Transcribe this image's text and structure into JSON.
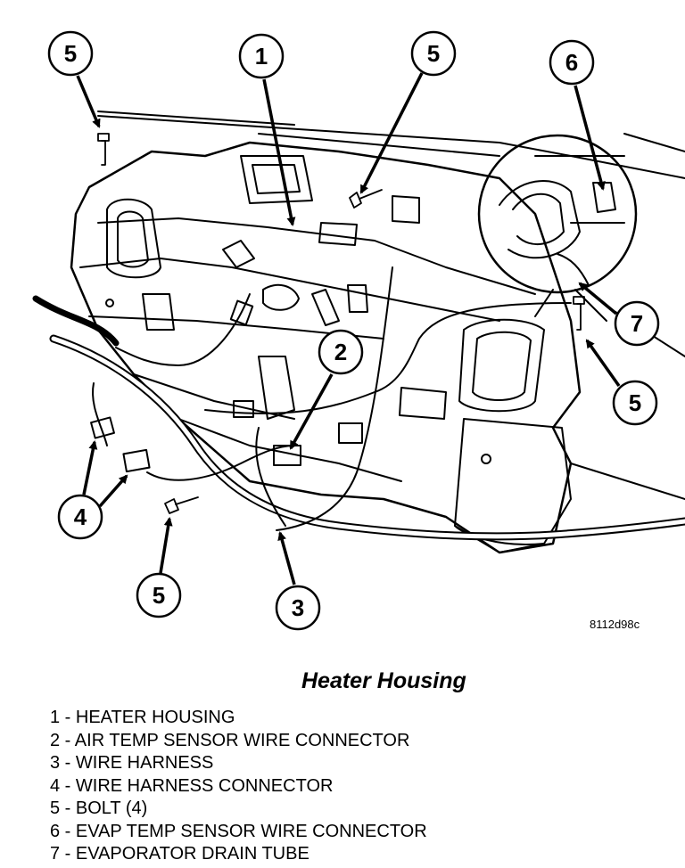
{
  "figure": {
    "code": "8112d98c",
    "title": "Heater Housing",
    "callouts": [
      "5",
      "1",
      "5",
      "6",
      "7",
      "2",
      "5",
      "4",
      "5",
      "3"
    ],
    "legend": [
      "1 - HEATER HOUSING",
      "2 - AIR TEMP SENSOR WIRE CONNECTOR",
      "3 - WIRE HARNESS",
      "4 - WIRE HARNESS CONNECTOR",
      "5 - BOLT (4)",
      "6 - EVAP TEMP SENSOR WIRE CONNECTOR",
      "7 - EVAPORATOR DRAIN TUBE"
    ]
  }
}
